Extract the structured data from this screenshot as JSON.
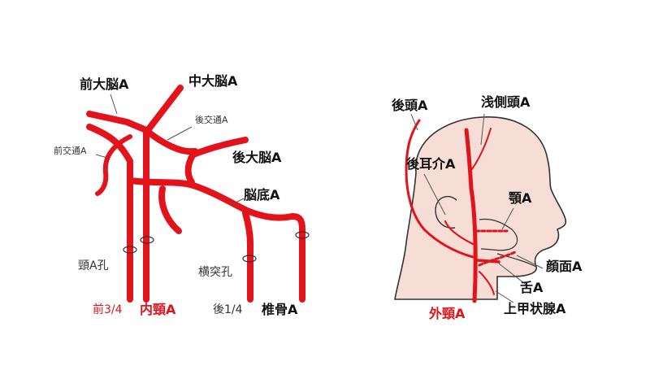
{
  "colors": {
    "artery": "#e3131b",
    "skin": "#f6ddd6",
    "outline": "#333333",
    "text": "#111111"
  },
  "left_diagram": {
    "labels": {
      "anterior_cerebral": "前大脳A",
      "middle_cerebral": "中大脳A",
      "posterior_communicating": "後交通A",
      "anterior_communicating": "前交通A",
      "posterior_cerebral": "後大脳A",
      "basilar": "脳底A",
      "carotid_foramen": "頸A孔",
      "transverse_foramen": "横突孔",
      "front_fraction": "前3/4",
      "internal_carotid": "内頸A",
      "rear_fraction": "後1/4",
      "vertebral": "椎骨A"
    }
  },
  "right_diagram": {
    "labels": {
      "occipital": "後頭A",
      "superficial_temporal": "浅側頭A",
      "posterior_auricular": "後耳介A",
      "maxillary": "顎A",
      "facial": "顔面A",
      "lingual": "舌A",
      "superior_thyroid": "上甲状腺A",
      "external_carotid": "外頸A"
    }
  }
}
